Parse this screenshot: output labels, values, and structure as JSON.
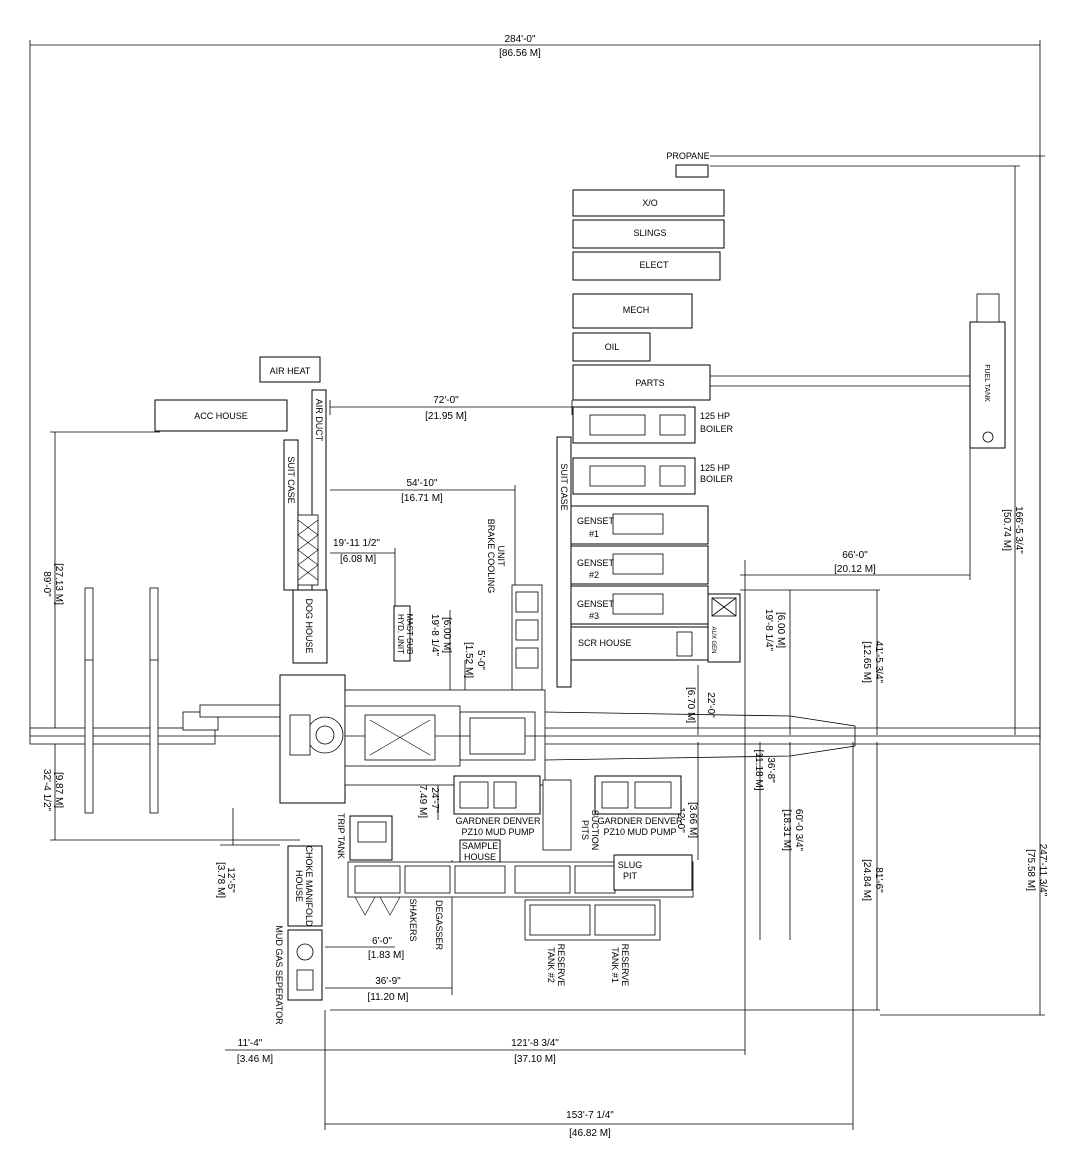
{
  "labels": {
    "propane": "PROPANE",
    "xo": "X/O",
    "slings": "SLINGS",
    "elect": "ELECT",
    "mech": "MECH",
    "oil": "OIL",
    "parts": "PARTS",
    "fuel_tank": "FUEL TANK",
    "air_heat": "AIR HEAT",
    "acc_house": "ACC HOUSE",
    "air_duct": "AIR DUCT",
    "suit_case_left": "SUIT CASE",
    "suit_case_right": "SUIT CASE",
    "boiler_1": "125 HP",
    "boiler_1b": "BOILER",
    "boiler_2": "125 HP",
    "boiler_2b": "BOILER",
    "genset_1": "GENSET",
    "genset_1n": "#1",
    "genset_2": "GENSET",
    "genset_2n": "#2",
    "genset_3": "GENSET",
    "genset_3n": "#3",
    "scr_house": "SCR HOUSE",
    "aux_gen": "AUX GEN",
    "dog_house": "DOG HOUSE",
    "hyd_unit": "HYD. UNIT",
    "hyd_unit2": "MAST SUB",
    "brake_cooling": "BRAKE COOLING",
    "brake_cooling2": "UNIT",
    "pump_left_1": "GARDNER DENVER",
    "pump_left_2": "PZ10 MUD PUMP",
    "pump_right_1": "GARDNER DENVER",
    "pump_right_2": "PZ10 MUD PUMP",
    "suction_pits": "SUCTION",
    "suction_pits2": "PITS",
    "trip_tank": "TRIP TANK",
    "sample_house": "SAMPLE",
    "sample_house2": "HOUSE",
    "slug_pit": "SLUG",
    "slug_pit2": "PIT",
    "shakers": "SHAKERS",
    "degasser": "DEGASSER",
    "choke_manifold": "CHOKE MANIFOLD",
    "choke_manifold2": "HOUSE",
    "mud_gas": "MUD GAS SEPERATOR",
    "reserve_2": "RESERVE",
    "reserve_2b": "TANK #2",
    "reserve_1": "RESERVE",
    "reserve_1b": "TANK #1"
  },
  "dimensions": {
    "top_ft": "284'-0\"",
    "top_m": "[86.56 M]",
    "d72_ft": "72'-0\"",
    "d72_m": "[21.95 M]",
    "d54_ft": "54'-10\"",
    "d54_m": "[16.71 M]",
    "d19_ft": "19'-11 1/2\"",
    "d19_m": "[6.08 M]",
    "d66_ft": "66'-0\"",
    "d66_m": "[20.12 M]",
    "d89_ft": "89'-0\"",
    "d89_m": "[27.13 M]",
    "d32_ft": "32'-4 1/2\"",
    "d32_m": "[9.87 M]",
    "d12_5_ft": "12'-5\"",
    "d12_5_m": "[3.78 M]",
    "d19_8a_ft": "19'-8 1/4\"",
    "d19_8a_m": "[6.00 M]",
    "d5_ft": "5'-0\"",
    "d5_m": "[1.52 M]",
    "d22_ft": "22'-0\"",
    "d22_m": "[6.70 M]",
    "d19_8b_ft": "19'-8 1/4\"",
    "d19_8b_m": "[6.00 M]",
    "d24_ft": "24'-7\"",
    "d24_m": "[7.49 M]",
    "d12_ft": "12'-0\"",
    "d12_m": "[3.66 M]",
    "d36_8_ft": "36'-8\"",
    "d36_8_m": "[11.18 M]",
    "d60_ft": "60'-0 3/4\"",
    "d60_m": "[18.31 M]",
    "d41_ft": "41'-5 3/4\"",
    "d41_m": "[12.65 M]",
    "d81_ft": "81'-6\"",
    "d81_m": "[24.84 M]",
    "d166_ft": "166'-5 3/4\"",
    "d166_m": "[50.74 M]",
    "d247_ft": "247'-11 3/4\"",
    "d247_m": "[75.58 M]",
    "d6_ft": "6'-0\"",
    "d6_m": "[1.83 M]",
    "d36_9_ft": "36'-9\"",
    "d36_9_m": "[11.20 M]",
    "d11_ft": "11'-4\"",
    "d11_m": "[3.46 M]",
    "d121_ft": "121'-8 3/4\"",
    "d121_m": "[37.10 M]",
    "d153_ft": "153'-7 1/4\"",
    "d153_m": "[46.82 M]"
  }
}
